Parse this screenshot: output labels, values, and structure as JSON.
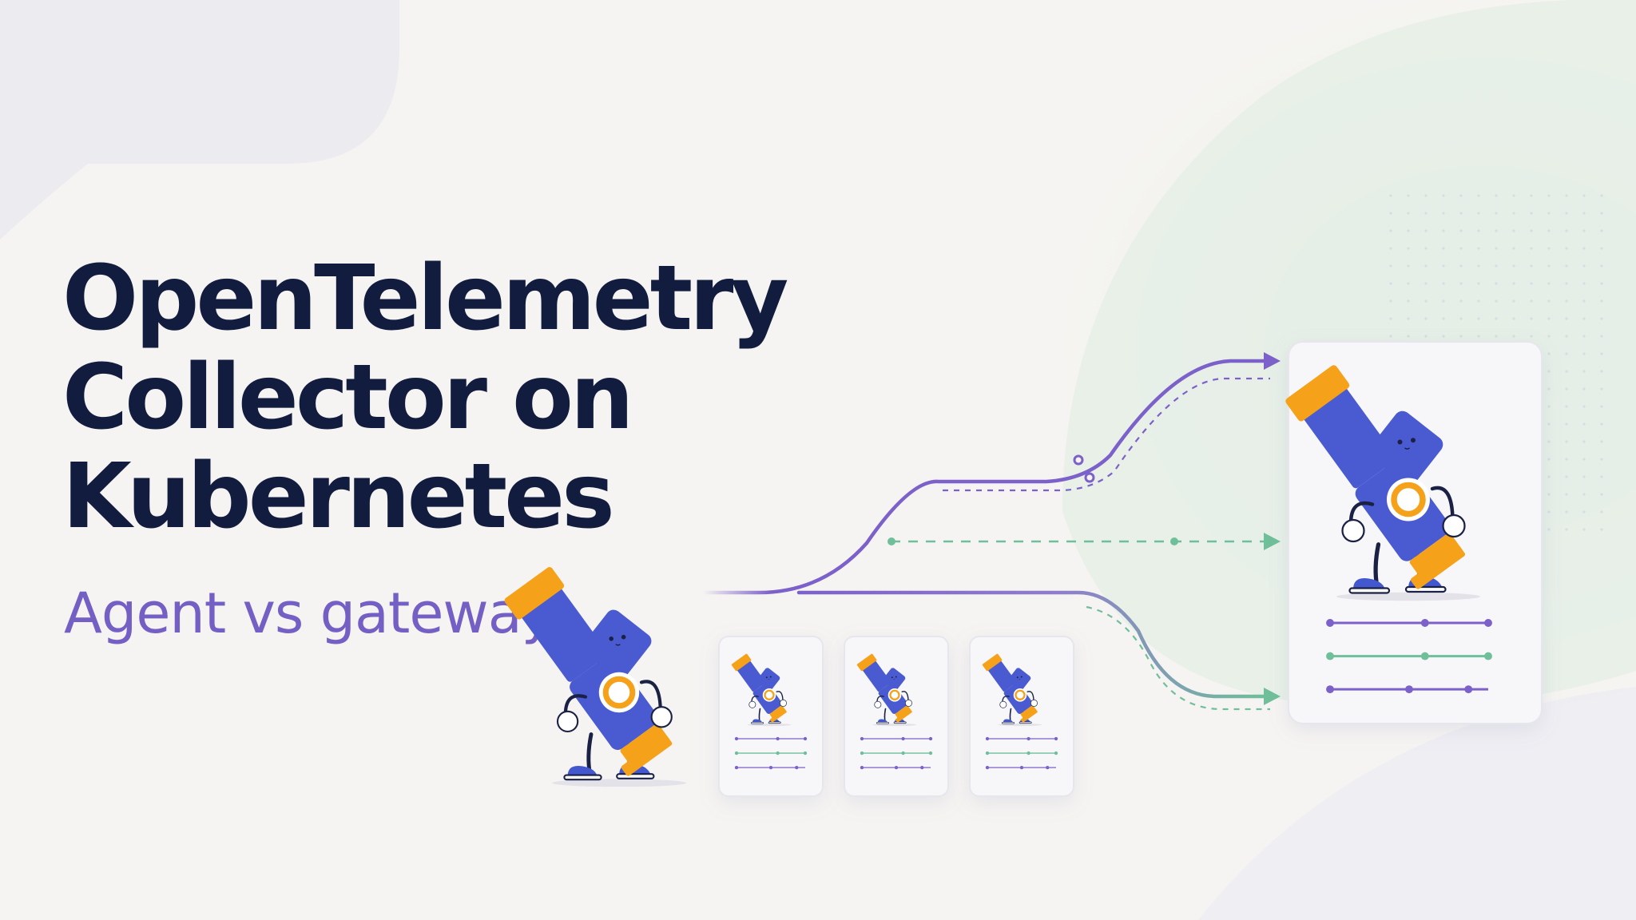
{
  "heading": {
    "line1": "OpenTelemetry",
    "line2": "Collector on",
    "line3": "Kubernetes",
    "subtitle": "Agent vs gateway"
  },
  "colors": {
    "background": "#f6f4f2",
    "title": "#121c3e",
    "subtitle": "#7460c5",
    "purple_flow": "#7b61c9",
    "green_flow": "#6fbf9a",
    "mascot_blue": "#4a5bd1",
    "mascot_orange": "#f5a21a"
  },
  "icons": {
    "mascot": "telescope-mascot-icon",
    "card": "collector-card-icon",
    "arrow": "arrow-right-icon"
  }
}
